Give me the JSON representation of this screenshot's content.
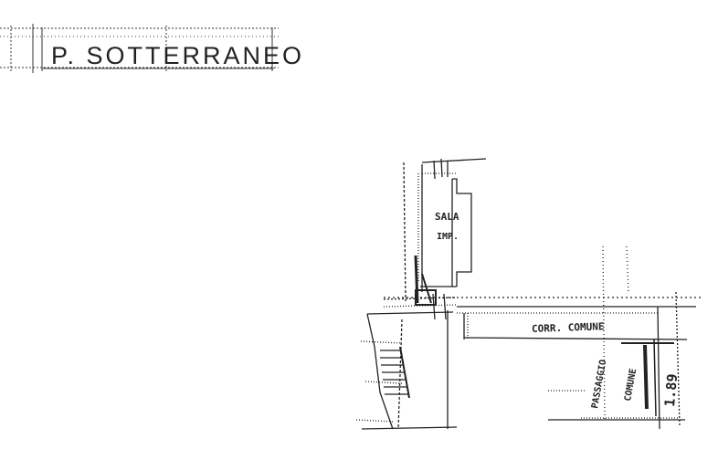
{
  "title": "P. SOTTERRANEO",
  "rooms": {
    "upper_label_line1": "SALA",
    "upper_label_line2": "IMP.",
    "corridor": "CORR. COMUNE",
    "vertical_label_1": "PASSAGGIO",
    "vertical_label_2": "COMUNE",
    "height_mark": "1.89"
  }
}
